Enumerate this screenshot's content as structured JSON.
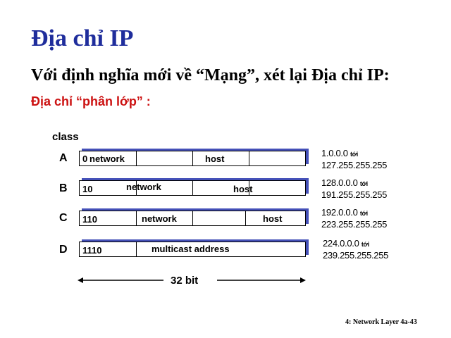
{
  "slide": {
    "title": "Địa chỉ IP",
    "subtitle": "Với định nghĩa mới về “Mạng”, xét lại Địa chỉ IP:",
    "section": "Địa chỉ “phân lớp” :",
    "class_header": "class",
    "bits_label": "32 bit",
    "footer": "4: Network Layer   4a-43"
  },
  "classes": [
    {
      "name": "A",
      "prefix": "0",
      "network": "network",
      "host": "host",
      "range_start": "1.0.0.0",
      "to": "tới",
      "range_end": "127.255.255.255"
    },
    {
      "name": "B",
      "prefix": "10",
      "network": "network",
      "host": "host",
      "range_start": "128.0.0.0",
      "to": "tới",
      "range_end": "191.255.255.255"
    },
    {
      "name": "C",
      "prefix": "110",
      "network": "network",
      "host": "host",
      "range_start": "192.0.0.0",
      "to": "tới",
      "range_end": "223.255.255.255"
    },
    {
      "name": "D",
      "prefix": "1110",
      "multicast": "multicast address",
      "range_start": "224.0.0.0",
      "to": "tới",
      "range_end": "239.255.255.255"
    }
  ],
  "colors": {
    "title": "#1f2d9c",
    "section": "#cc1111",
    "bar_shadow": "#4450b8"
  }
}
